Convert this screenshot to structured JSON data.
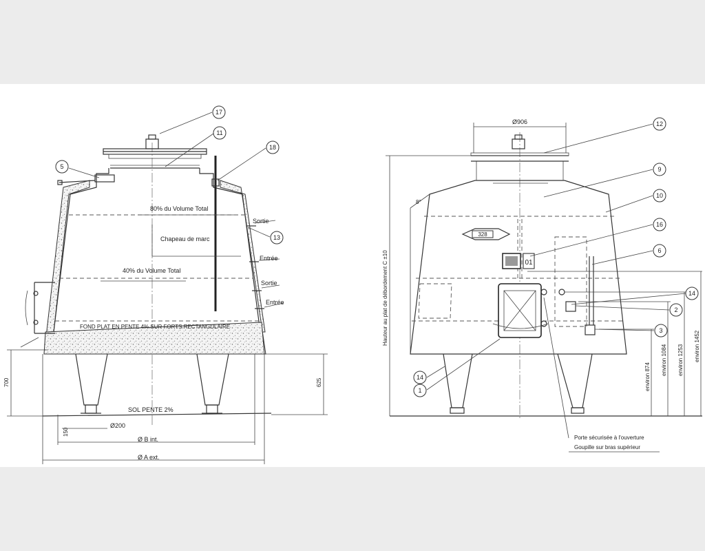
{
  "left_view": {
    "labels": {
      "volume_80": "80% du Volume Total",
      "chapeau": "Chapeau de marc",
      "volume_40": "40% du Volume Total",
      "fond_plat": "FOND PLAT EN PENTE 4% SUR FORTS RECTANGULAIRE",
      "sol_pente": "SOL PENTE 2%",
      "sortie_top": "Sortie",
      "entree_top": "Entrée",
      "sortie_bottom": "Sortie",
      "entree_bottom": "Entrée"
    },
    "dimensions": {
      "h700": "700",
      "h625": "625",
      "foot_dia": "Ø200",
      "dia_b": "Ø B int.",
      "dia_a": "Ø A ext.",
      "small_dim": "150"
    },
    "callouts": [
      "17",
      "11",
      "18",
      "5",
      "13"
    ]
  },
  "right_view": {
    "labels": {
      "height_label": "Hauteur au plat de débordement C ±10",
      "angle": "8°",
      "door_note_1": "Porte sécurisée à l'ouverture",
      "door_note_2": "Goupille sur bras supérieur",
      "plate": "328",
      "panel": "01"
    },
    "dimensions": {
      "top_dia": "Ø906",
      "env874": "environ 874",
      "env1084": "environ 1084",
      "env1253": "environ 1253",
      "env1452": "environ 1452"
    },
    "callouts": [
      "12",
      "9",
      "10",
      "16",
      "6",
      "14",
      "2",
      "3",
      "14",
      "1"
    ]
  }
}
